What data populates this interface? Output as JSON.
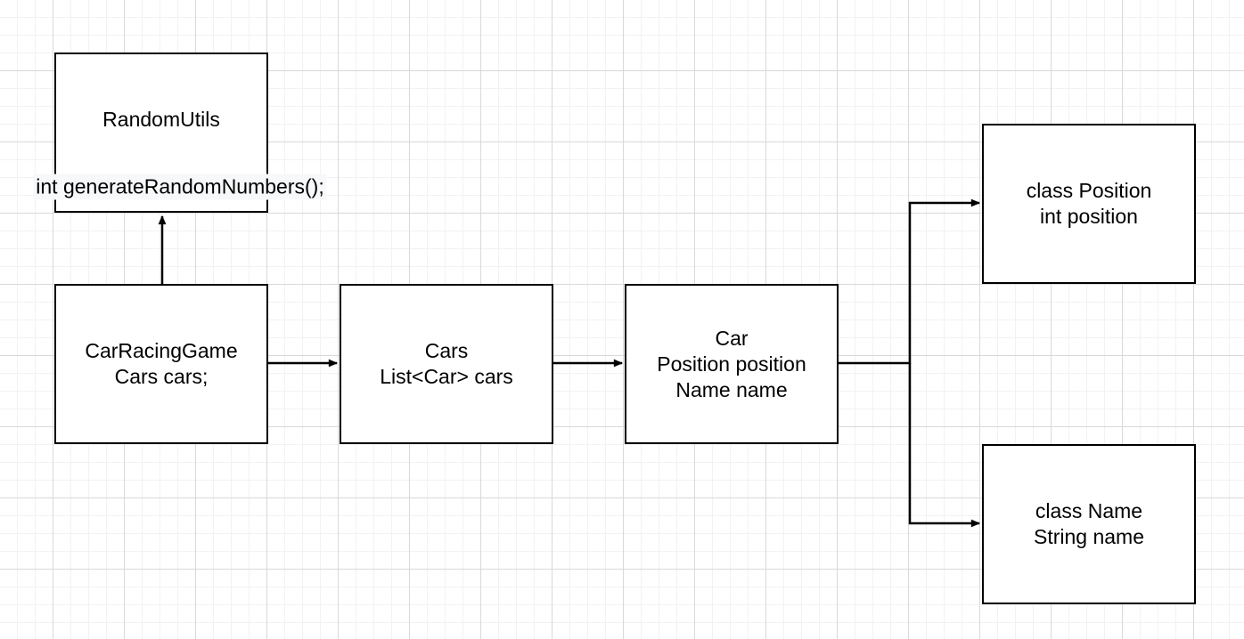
{
  "theme": {
    "stroke_color": "#000000",
    "node_fill": "#ffffff",
    "canvas_bg": "#ffffff",
    "grid_minor": "#f2f2f2",
    "grid_major": "#d9d9d9",
    "label_bg": "#f7f8fa",
    "text_color": "#000000"
  },
  "diagram": {
    "nodes": {
      "random_utils": {
        "title": "RandomUtils",
        "method_label": "int generateRandomNumbers();"
      },
      "car_racing_game": {
        "lines": [
          "CarRacingGame",
          "Cars cars;"
        ]
      },
      "cars": {
        "lines": [
          "Cars",
          "List<Car> cars"
        ]
      },
      "car": {
        "lines": [
          "Car",
          "Position position",
          "Name name"
        ]
      },
      "class_position": {
        "lines": [
          "class Position",
          "int position"
        ]
      },
      "class_name": {
        "lines": [
          "class Name",
          "String name"
        ]
      }
    },
    "edges": [
      {
        "from": "CarRacingGame",
        "to": "RandomUtils"
      },
      {
        "from": "CarRacingGame",
        "to": "Cars"
      },
      {
        "from": "Cars",
        "to": "Car"
      },
      {
        "from": "Car",
        "to": "class Position"
      },
      {
        "from": "Car",
        "to": "class Name"
      }
    ]
  }
}
